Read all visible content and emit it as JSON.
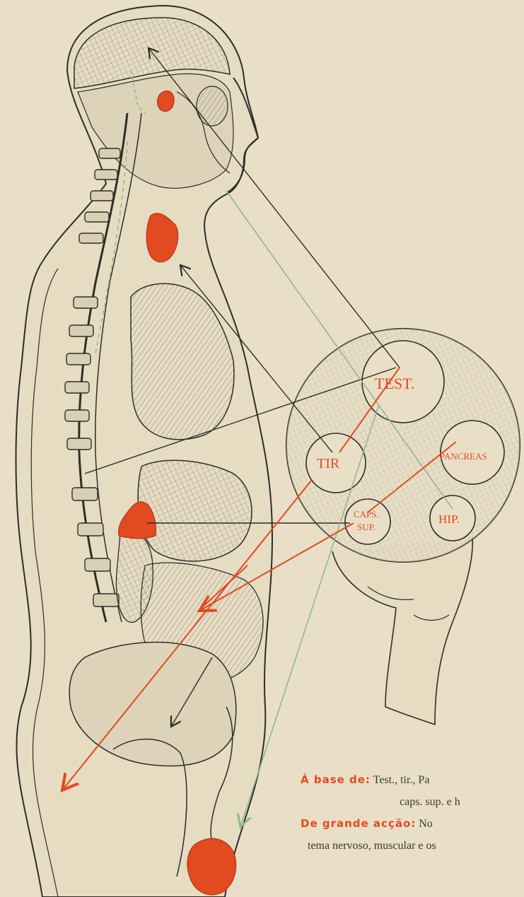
{
  "ball_labels": {
    "test": "TEST.",
    "tir": "TIR",
    "pancreas": "PANCREAS",
    "caps": "CAPS.",
    "sup": "SUP.",
    "hip": "HIP."
  },
  "caption": {
    "base_label": "Á base de:",
    "base_text_1": "Test., tir., Pa",
    "base_text_2": "caps. sup. e h",
    "action_label": "De grande acção:",
    "action_text_1": "No",
    "action_text_2": "tema nervoso, muscular e os"
  },
  "colors": {
    "background": "#e9dfc7",
    "gland_red": "#e24a1f",
    "ink": "#3a3833",
    "green_line": "#8fb894"
  }
}
